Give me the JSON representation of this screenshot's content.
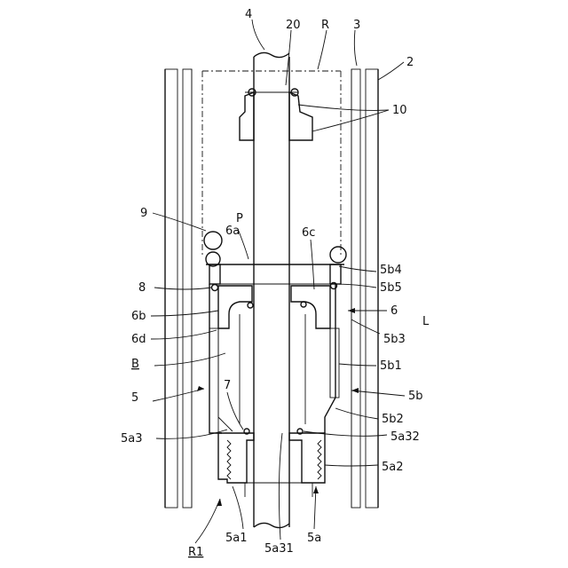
{
  "labels": {
    "l4": "4",
    "l20": "20",
    "lR": "R",
    "l3": "3",
    "l2": "2",
    "l10": "10",
    "l9": "9",
    "lP": "P",
    "l6a": "6a",
    "l6c": "6c",
    "l5b4": "5b4",
    "l5b5": "5b5",
    "l8": "8",
    "l6b": "6b",
    "l6": "6",
    "lL": "L",
    "l6d": "6d",
    "l5b3": "5b3",
    "lB": "B",
    "l5b1": "5b1",
    "l5": "5",
    "l7": "7",
    "l5b": "5b",
    "l5b2": "5b2",
    "l5a3": "5a3",
    "l5a32": "5a32",
    "l5a2": "5a2",
    "lR1": "R1",
    "l5a1": "5a1",
    "l5a31": "5a31",
    "l5a": "5a"
  },
  "colors": {
    "ink": "#111111",
    "paper": "#ffffff"
  }
}
